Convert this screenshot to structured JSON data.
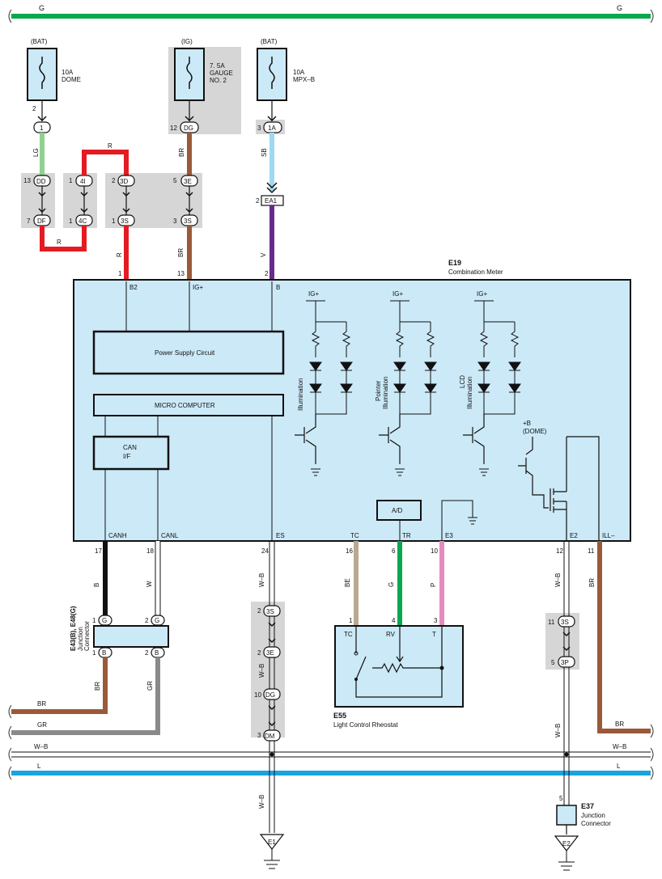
{
  "bus": {
    "g_left": "G",
    "g_right": "G"
  },
  "fuses": {
    "dome": {
      "source": "(BAT)",
      "rating": "10A",
      "name": "DOME",
      "pin": "2",
      "connector": "1"
    },
    "gauge": {
      "source": "(IG)",
      "rating": "7. 5A",
      "name_line1": "GAUGE",
      "name_line2": "NO. 2",
      "pin": "12",
      "connector": "DG"
    },
    "mpx": {
      "source": "(BAT)",
      "rating": "10A",
      "name": "MPX–B",
      "pin": "3",
      "connector": "1A"
    }
  },
  "wire_colors": {
    "lg": "LG",
    "r": "R",
    "br": "BR",
    "sb": "SB",
    "v": "V",
    "b": "B",
    "w": "W",
    "wb": "W–B",
    "be": "BE",
    "g": "G",
    "p": "P",
    "gr": "GR",
    "l": "L"
  },
  "junctions": {
    "dd": {
      "pin": "13",
      "label": "DD"
    },
    "df": {
      "pin": "7",
      "label": "DF"
    },
    "j4i": {
      "pin": "1",
      "label": "4I"
    },
    "j4c": {
      "pin": "1",
      "label": "4C"
    },
    "j3d": {
      "pin": "2",
      "label": "3D"
    },
    "j3s_top": {
      "pin": "1",
      "label": "3S"
    },
    "j3e_top": {
      "pin": "5",
      "label": "3E"
    },
    "j3s_top2": {
      "pin": "3",
      "label": "3S"
    },
    "ea1": {
      "pin": "2",
      "label": "EA1"
    },
    "es_3s": {
      "pin": "2",
      "label": "3S"
    },
    "es_3e": {
      "pin": "2",
      "label": "3E"
    },
    "es_dg": {
      "pin": "10",
      "label": "DG"
    },
    "es_dm": {
      "pin": "3",
      "label": "DM"
    },
    "e2_3s": {
      "pin": "11",
      "label": "3S"
    },
    "e2_3p": {
      "pin": "5",
      "label": "3P"
    }
  },
  "meter": {
    "code": "E19",
    "name": "Combination Meter",
    "top_pins": {
      "b2_num": "1",
      "ig_num": "13",
      "b_num": "2"
    },
    "top_labels": {
      "b2": "B2",
      "ig": "IG+",
      "b": "B"
    },
    "power_supply": "Power Supply Circuit",
    "micro": "MICRO COMPUTER",
    "can_line1": "CAN",
    "can_line2": "I/F",
    "ig_plus": "IG+",
    "illum1": "Illumination",
    "illum2_line1": "Pointer",
    "illum2_line2": "Illumination",
    "illum3_line1": "LCD",
    "illum3_line2": "Illumination",
    "dome_line1": "+B",
    "dome_line2": "(DOME)",
    "ad": "A/D",
    "bottom_labels": {
      "canh": "CANH",
      "canl": "CANL",
      "es": "ES",
      "tc": "TC",
      "tr": "TR",
      "e3": "E3",
      "e2": "E2",
      "ill": "ILL–"
    },
    "bottom_pins": {
      "canh": "17",
      "canl": "18",
      "es": "24",
      "tc": "16",
      "tr": "6",
      "e3": "10",
      "e2": "12",
      "ill": "11"
    }
  },
  "jc_can": {
    "label_line1": "E43(B), E48(G)",
    "label_line2": "Junction",
    "label_line3": "Connector",
    "top_left_pin": "1",
    "top_left": "G",
    "top_right_pin": "2",
    "top_right": "G",
    "bot_left_pin": "1",
    "bot_left": "B",
    "bot_right_pin": "2",
    "bot_right": "B"
  },
  "rheostat": {
    "code": "E55",
    "name": "Light Control Rheostat",
    "pin_tc": "1",
    "pin_rv": "4",
    "pin_t": "3",
    "lbl_tc": "TC",
    "lbl_rv": "RV",
    "lbl_t": "T"
  },
  "jc_e37": {
    "code": "E37",
    "line1": "Junction",
    "line2": "Connector",
    "pin": "5"
  },
  "grounds": {
    "e1": "E1",
    "e2": "E2"
  },
  "colors": {
    "green": "#0aa84f",
    "red": "#e31b23",
    "brown": "#9a5a3a",
    "lightblue": "#9fd8f2",
    "violet": "#6a2a8c",
    "lightgreen": "#8fd18f",
    "black": "#111111",
    "beige": "#b9a991",
    "pink": "#e58bbf",
    "gray": "#8a8a8a",
    "blue": "#1aa3e0",
    "box": "#cce9f7",
    "shade": "#d6d6d6"
  }
}
